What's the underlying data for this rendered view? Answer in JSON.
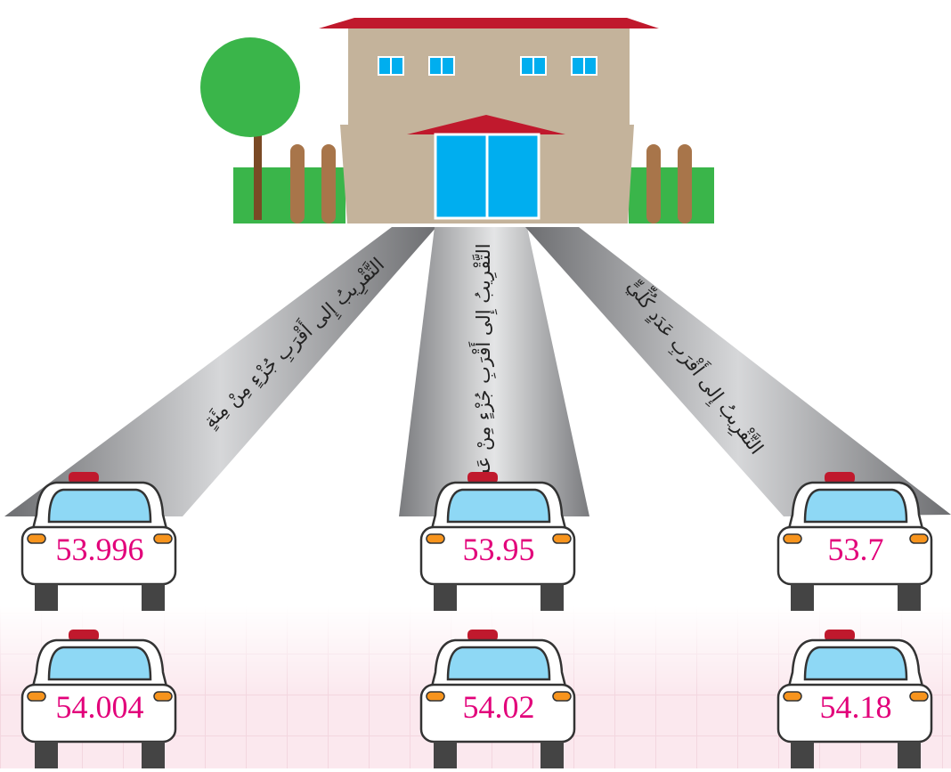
{
  "roads": [
    {
      "label": "التَّقْرِيبُ إِلى أَقْرَبِ جُزْءٍ مِنْ مِئَةٍ"
    },
    {
      "label": "التَّقْرِيبُ إِلى أَقْرَبِ جُزْءٍ مِنْ عَشَرَةٍ"
    },
    {
      "label": "التَّقْرِيبُ إِلى أَقْرَبِ عَدَدٍ كُلِّيٍّ"
    }
  ],
  "cars": {
    "row1": [
      "53.996",
      "53.95",
      "53.7"
    ],
    "row2": [
      "54.004",
      "54.02",
      "54.18"
    ]
  },
  "colors": {
    "roof": "#c0192d",
    "wall": "#c4b39b",
    "door": "#00aeef",
    "window": "#00aeef",
    "grass": "#3ab54a",
    "tree": "#3ab54a",
    "trunk": "#7a4a25",
    "post": "#a8754a",
    "plate_text": "#e2007a",
    "car_glass": "#8ed8f5",
    "car_light": "#f7941d",
    "siren": "#c0192d"
  }
}
